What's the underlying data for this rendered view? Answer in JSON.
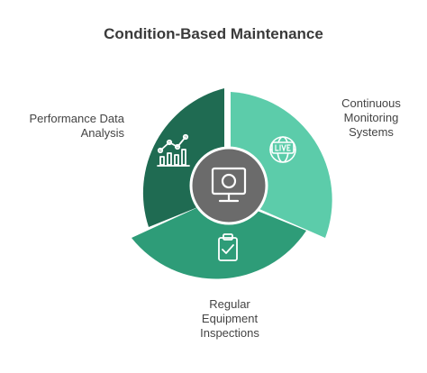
{
  "title": "Condition-Based Maintenance",
  "segments": [
    {
      "id": "performance",
      "lines": [
        "Performance Data",
        "Analysis"
      ],
      "icon": "line-chart-icon",
      "color": "#1f6b52"
    },
    {
      "id": "monitoring",
      "lines": [
        "Continuous",
        "Monitoring",
        "Systems"
      ],
      "icon": "live-globe-icon",
      "color": "#5cccaa"
    },
    {
      "id": "inspections",
      "lines": [
        "Regular",
        "Equipment",
        "Inspections"
      ],
      "icon": "clipboard-check-icon",
      "color": "#2e9c78"
    }
  ],
  "center": {
    "icon": "monitor-icon",
    "color": "#6b6b6b"
  }
}
